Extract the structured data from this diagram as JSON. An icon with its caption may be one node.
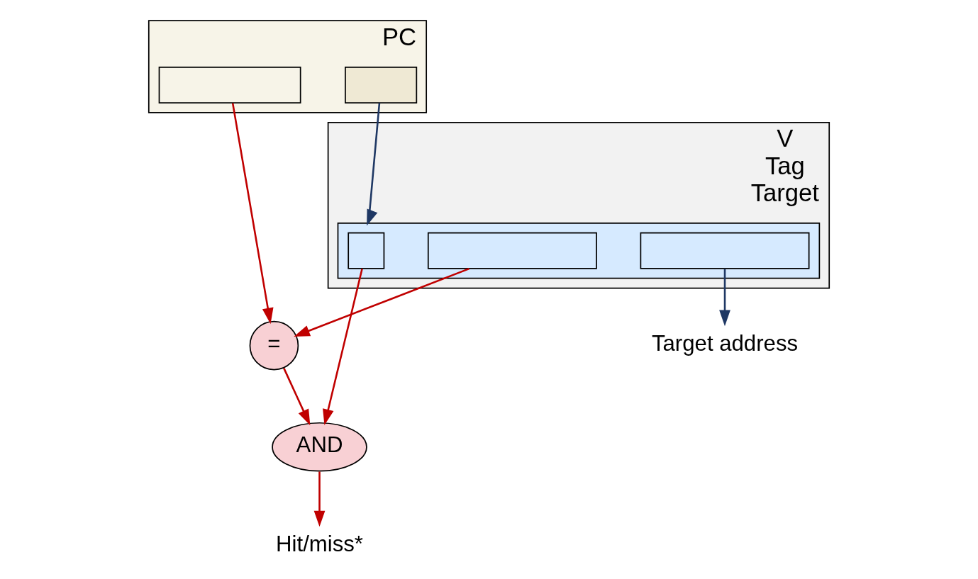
{
  "diagram": {
    "nodes": [
      {
        "text": [
          "PC"
        ]
      },
      {
        "text": [],
        "shape": "box",
        "in": 0
      },
      {
        "text": [],
        "shape": "box",
        "in": 0
      },
      {
        "text": [
          "V",
          "Tag",
          "Target"
        ]
      },
      {
        "text": [],
        "shape": "box",
        "in": 3
      },
      {
        "text": [],
        "shape": "box",
        "in": 4
      },
      {
        "text": [],
        "shape": "box",
        "in": 4
      },
      {
        "text": [],
        "shape": "box",
        "in": 4
      },
      {
        "text": [
          "="
        ]
      },
      {
        "text": [
          "AND"
        ]
      },
      {
        "text": [
          "Target address"
        ]
      },
      {
        "text": [
          "Hit/miss*"
        ]
      }
    ],
    "edges": [
      {
        "from": 2,
        "to": 4,
        "arrow": "to",
        "color": "#1f3864"
      },
      {
        "from": 1,
        "to": 8,
        "arrow": "to"
      },
      {
        "from": 6,
        "to": 8,
        "arrow": "to"
      },
      {
        "from": 8,
        "to": 9,
        "arrow": "to"
      },
      {
        "from": 5,
        "to": 9,
        "arrow": "to"
      },
      {
        "from": 9,
        "to": 11,
        "arrow": "to"
      },
      {
        "from": 7,
        "to": 10,
        "arrow": "to",
        "color": "#1f3864"
      }
    ]
  }
}
